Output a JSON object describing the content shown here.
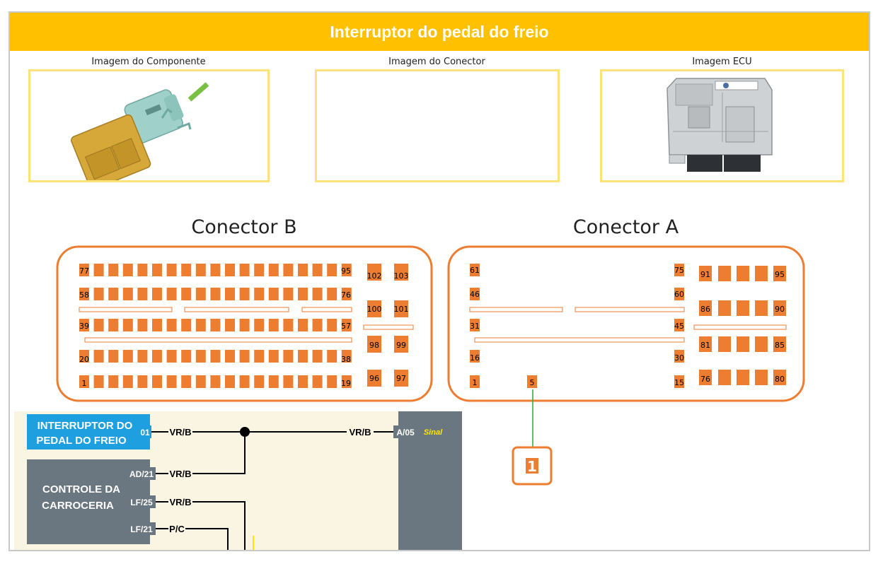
{
  "title": "Interruptor do pedal do freio",
  "images": {
    "component_label": "Imagem do Componente",
    "connector_label": "Imagem do Conector",
    "ecu_label": "Imagem ECU"
  },
  "connectors": {
    "b_title": "Conector B",
    "a_title": "Conector A",
    "b_numbers": [
      "77",
      "95",
      "102",
      "103",
      "58",
      "76",
      "100",
      "101",
      "39",
      "57",
      "98",
      "99",
      "20",
      "38",
      "96",
      "97",
      "1",
      "19"
    ],
    "a_numbers": [
      "61",
      "75",
      "91",
      "95",
      "46",
      "60",
      "86",
      "90",
      "31",
      "45",
      "81",
      "85",
      "16",
      "30",
      "76",
      "80",
      "1",
      "5",
      "15"
    ],
    "callout_label": "1",
    "accent_color": "#ed7d31"
  },
  "schematic": {
    "switch_label_line1": "INTERRUPTOR DO",
    "switch_label_line2": "PEDAL DO FREIO",
    "switch_pin": "01",
    "body_label_line1": "CONTROLE DA",
    "body_label_line2": "CARROCERIA",
    "body_pins": [
      "AD/21",
      "LF/25",
      "LF/21"
    ],
    "wire_labels": [
      "VR/B",
      "VR/B",
      "VR/B",
      "VR/B",
      "P/C"
    ],
    "ecu_pin": "A/05",
    "signal_label": "Sinal"
  }
}
